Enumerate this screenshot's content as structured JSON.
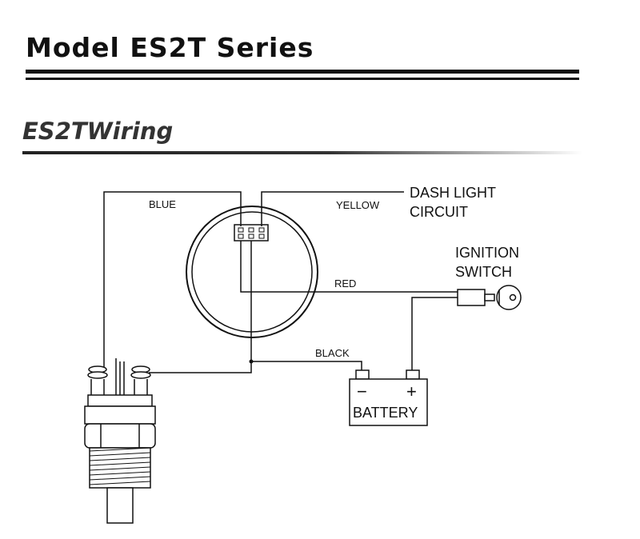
{
  "header": {
    "title": "Model ES2T Series",
    "subtitle": "ES2TWiring"
  },
  "diagram": {
    "wire_labels": {
      "blue": "BLUE",
      "yellow": "YELLOW",
      "red": "RED",
      "black": "BLACK"
    },
    "dash_light": {
      "line1": "DASH LIGHT",
      "line2": "CIRCUIT"
    },
    "ignition": {
      "line1": "IGNITION",
      "line2": "SWITCH"
    },
    "battery": {
      "label": "BATTERY",
      "minus": "−",
      "plus": "+"
    }
  }
}
